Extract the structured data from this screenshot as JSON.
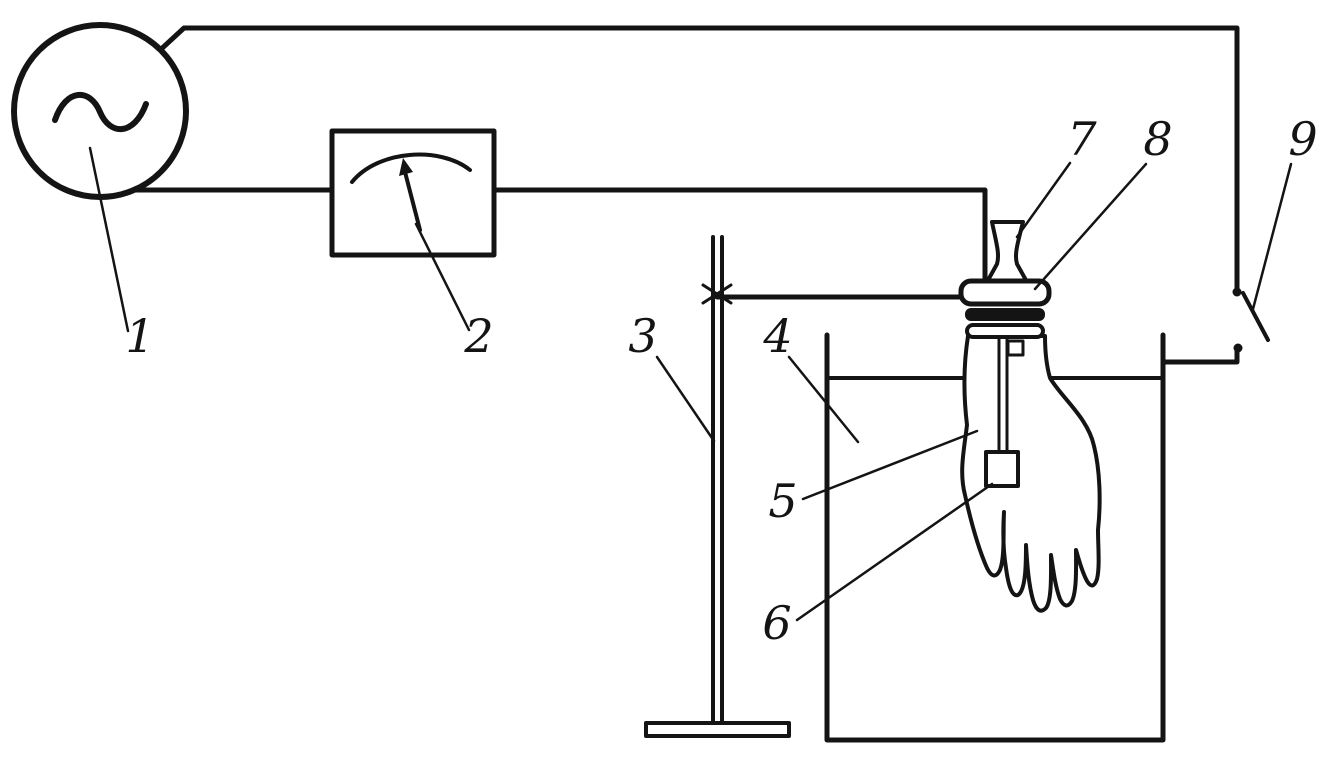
{
  "diagram": {
    "kind": "technical schematic",
    "description": "Electrical test circuit for dielectric glove in a water tank"
  },
  "colors": {
    "ink": "#141414",
    "background": "#ffffff"
  },
  "labels": [
    {
      "name": "ac-source",
      "text": "1"
    },
    {
      "name": "meter",
      "text": "2"
    },
    {
      "name": "stand",
      "text": "3"
    },
    {
      "name": "tank",
      "text": "4"
    },
    {
      "name": "electrode-rod",
      "text": "5"
    },
    {
      "name": "electrode-plate",
      "text": "6"
    },
    {
      "name": "funnel",
      "text": "7"
    },
    {
      "name": "clamp",
      "text": "8"
    },
    {
      "name": "switch",
      "text": "9"
    }
  ]
}
